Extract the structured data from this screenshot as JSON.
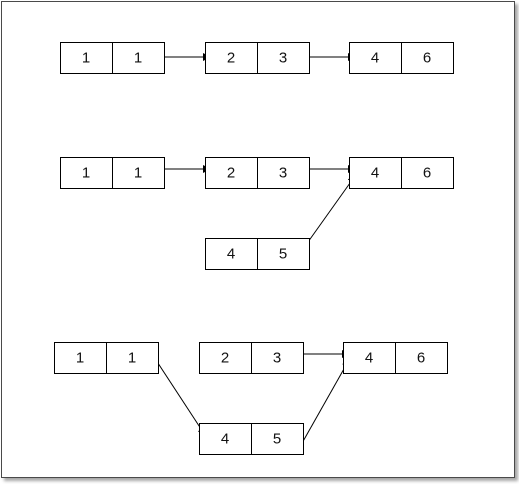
{
  "diagram": {
    "rows": [
      {
        "nodes": [
          {
            "id": "r1n1",
            "values": [
              "1",
              "1"
            ]
          },
          {
            "id": "r1n2",
            "values": [
              "2",
              "3"
            ]
          },
          {
            "id": "r1n3",
            "values": [
              "4",
              "6"
            ]
          }
        ],
        "links": [
          {
            "from": "r1n1",
            "to": "r1n2"
          },
          {
            "from": "r1n2",
            "to": "r1n3"
          }
        ]
      },
      {
        "nodes": [
          {
            "id": "r2n1",
            "values": [
              "1",
              "1"
            ]
          },
          {
            "id": "r2n2",
            "values": [
              "2",
              "3"
            ]
          },
          {
            "id": "r2n3",
            "values": [
              "4",
              "6"
            ]
          },
          {
            "id": "r2n4",
            "values": [
              "4",
              "5"
            ]
          }
        ],
        "links": [
          {
            "from": "r2n1",
            "to": "r2n2"
          },
          {
            "from": "r2n2",
            "to": "r2n3"
          },
          {
            "from": "r2n4",
            "to": "r2n3"
          }
        ]
      },
      {
        "nodes": [
          {
            "id": "r3n1",
            "values": [
              "1",
              "1"
            ]
          },
          {
            "id": "r3n2",
            "values": [
              "2",
              "3"
            ]
          },
          {
            "id": "r3n3",
            "values": [
              "4",
              "6"
            ]
          },
          {
            "id": "r3n4",
            "values": [
              "4",
              "5"
            ]
          }
        ],
        "links": [
          {
            "from": "r3n2",
            "to": "r3n3"
          },
          {
            "from": "r3n1",
            "to": "r3n4"
          },
          {
            "from": "r3n4",
            "to": "r3n3"
          }
        ]
      }
    ]
  }
}
